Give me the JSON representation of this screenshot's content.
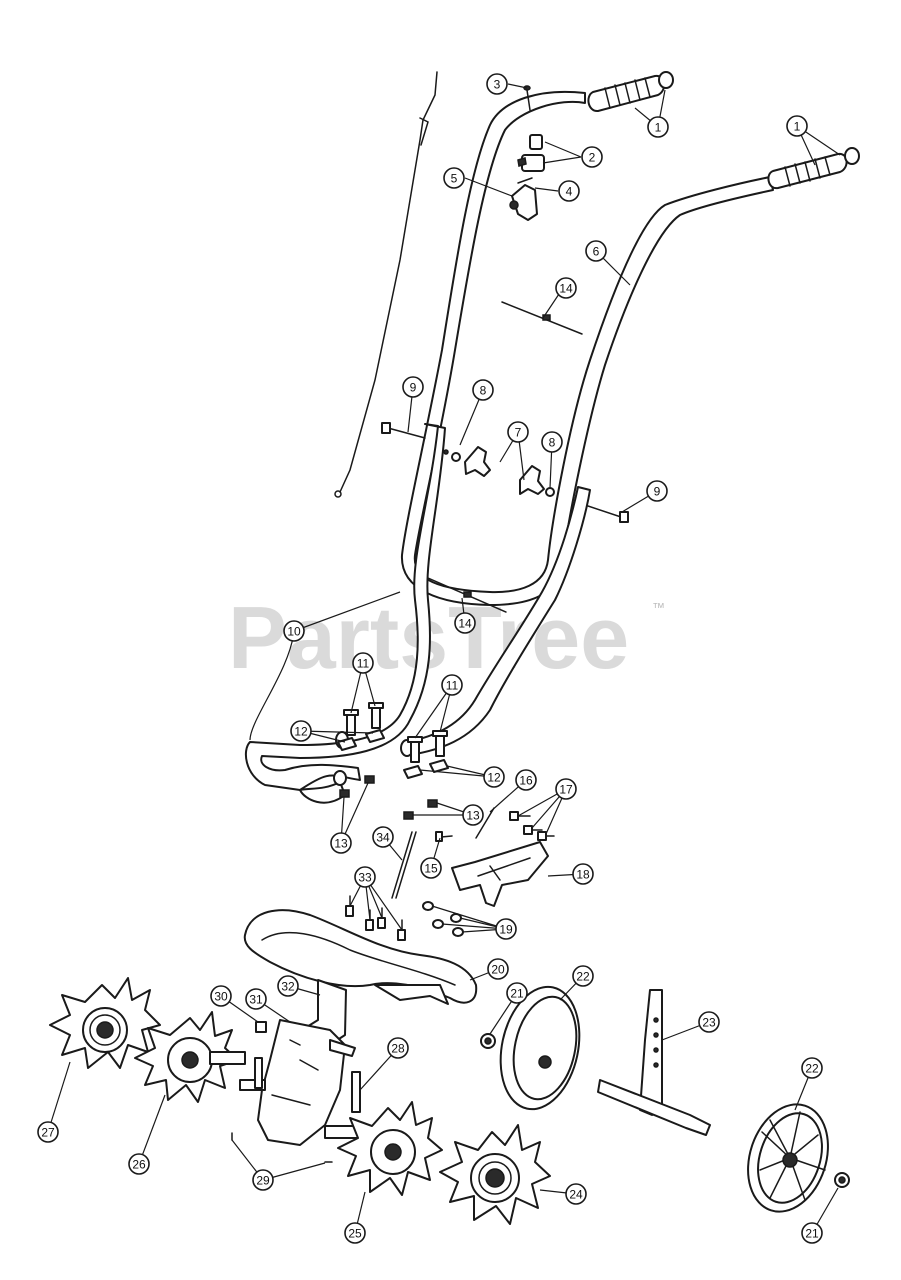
{
  "watermark": {
    "text": "PartsTree",
    "trademark": "™",
    "color": "#bdbdbd"
  },
  "line_color": "#1a1a1a",
  "callouts": [
    {
      "id": "c1a",
      "label": "1"
    },
    {
      "id": "c1b",
      "label": "1"
    },
    {
      "id": "c2",
      "label": "2"
    },
    {
      "id": "c3",
      "label": "3"
    },
    {
      "id": "c4",
      "label": "4"
    },
    {
      "id": "c5",
      "label": "5"
    },
    {
      "id": "c6",
      "label": "6"
    },
    {
      "id": "c7",
      "label": "7"
    },
    {
      "id": "c8a",
      "label": "8"
    },
    {
      "id": "c8b",
      "label": "8"
    },
    {
      "id": "c9a",
      "label": "9"
    },
    {
      "id": "c9b",
      "label": "9"
    },
    {
      "id": "c10",
      "label": "10"
    },
    {
      "id": "c11a",
      "label": "11"
    },
    {
      "id": "c11b",
      "label": "11"
    },
    {
      "id": "c12a",
      "label": "12"
    },
    {
      "id": "c12b",
      "label": "12"
    },
    {
      "id": "c13a",
      "label": "13"
    },
    {
      "id": "c13b",
      "label": "13"
    },
    {
      "id": "c14a",
      "label": "14"
    },
    {
      "id": "c14b",
      "label": "14"
    },
    {
      "id": "c15",
      "label": "15"
    },
    {
      "id": "c16",
      "label": "16"
    },
    {
      "id": "c17",
      "label": "17"
    },
    {
      "id": "c18",
      "label": "18"
    },
    {
      "id": "c19",
      "label": "19"
    },
    {
      "id": "c20",
      "label": "20"
    },
    {
      "id": "c21a",
      "label": "21"
    },
    {
      "id": "c21b",
      "label": "21"
    },
    {
      "id": "c22a",
      "label": "22"
    },
    {
      "id": "c22b",
      "label": "22"
    },
    {
      "id": "c23",
      "label": "23"
    },
    {
      "id": "c24",
      "label": "24"
    },
    {
      "id": "c25",
      "label": "25"
    },
    {
      "id": "c26",
      "label": "26"
    },
    {
      "id": "c27",
      "label": "27"
    },
    {
      "id": "c28",
      "label": "28"
    },
    {
      "id": "c29",
      "label": "29"
    },
    {
      "id": "c30",
      "label": "30"
    },
    {
      "id": "c31",
      "label": "31"
    },
    {
      "id": "c32",
      "label": "32"
    },
    {
      "id": "c33",
      "label": "33"
    },
    {
      "id": "c34",
      "label": "34"
    }
  ]
}
